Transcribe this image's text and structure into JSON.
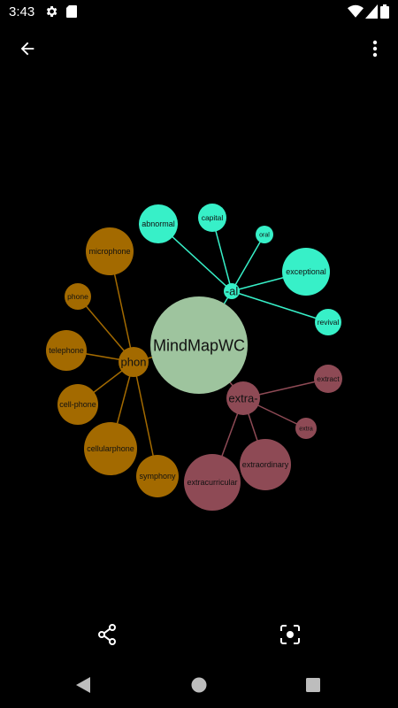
{
  "status": {
    "time": "3:43"
  },
  "mindmap": {
    "center": {
      "label": "MindMapWC",
      "color": "#9ec49e"
    },
    "groups": [
      {
        "label": "-al",
        "color": "#37f0c8",
        "children": [
          "abnormal",
          "capital",
          "oral",
          "exceptional",
          "revival"
        ]
      },
      {
        "label": "phon",
        "color": "#a36a00",
        "children": [
          "microphone",
          "phone",
          "telephone",
          "cell-phone",
          "cellularphone",
          "symphony"
        ]
      },
      {
        "label": "extra-",
        "color": "#8e4a55",
        "children": [
          "extract",
          "extra",
          "extraordinary",
          "extracurricular"
        ]
      }
    ]
  },
  "icons": {
    "back": "arrow-back-icon",
    "menu": "more-vert-icon",
    "share": "share-icon",
    "focus": "center-focus-icon"
  }
}
